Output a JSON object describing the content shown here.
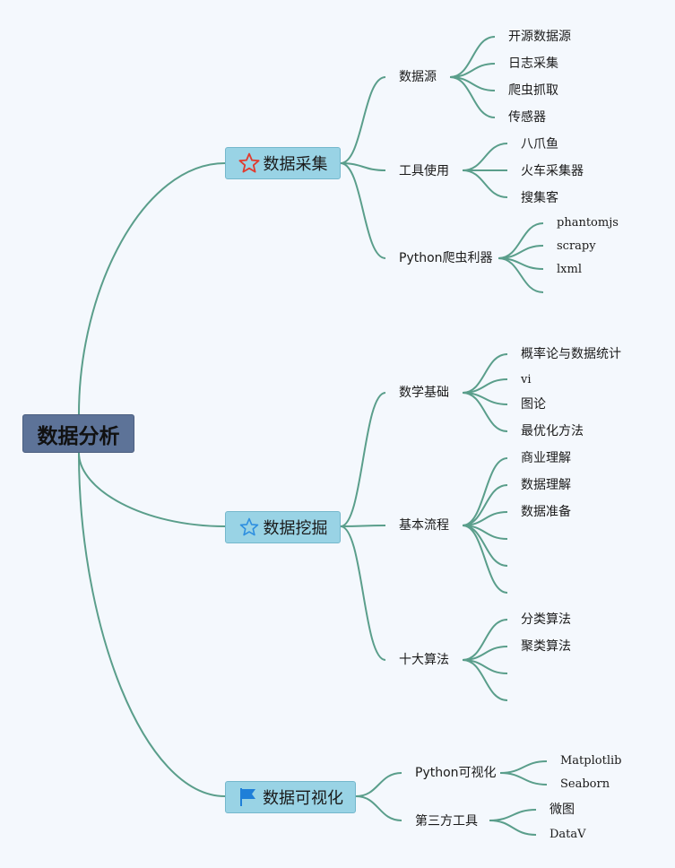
{
  "root": {
    "label": "数据分析"
  },
  "colors": {
    "edge": "#5a9e8b",
    "root_fill": "#5d7398",
    "topic_fill": "#99d3e5",
    "background": "#f4f8fd"
  },
  "topics": [
    {
      "label": "数据采集",
      "icon": "star-outline-red-icon",
      "subs": [
        {
          "label": "数据源",
          "leaves": [
            "开源数据源",
            "日志采集",
            "爬虫抓取",
            "传感器"
          ]
        },
        {
          "label": "工具使用",
          "leaves": [
            "八爪鱼",
            "火车采集器",
            "搜集客"
          ]
        },
        {
          "label": "Python爬虫利器",
          "leaves": [
            "phantomjs",
            "scrapy",
            "lxml",
            ""
          ]
        }
      ]
    },
    {
      "label": "数据挖掘",
      "icon": "star-outline-blue-icon",
      "subs": [
        {
          "label": "数学基础",
          "leaves": [
            "概率论与数据统计",
            "vi",
            "图论",
            "最优化方法"
          ]
        },
        {
          "label": "基本流程",
          "leaves": [
            "商业理解",
            "数据理解",
            "数据准备",
            "",
            "",
            ""
          ]
        },
        {
          "label": "十大算法",
          "leaves": [
            "分类算法",
            "聚类算法",
            "",
            ""
          ]
        }
      ]
    },
    {
      "label": "数据可视化",
      "icon": "flag-blue-icon",
      "subs": [
        {
          "label": "Python可视化",
          "leaves": [
            "Matplotlib",
            "Seaborn"
          ]
        },
        {
          "label": "第三方工具",
          "leaves": [
            "微图",
            "DataV"
          ]
        }
      ]
    }
  ]
}
